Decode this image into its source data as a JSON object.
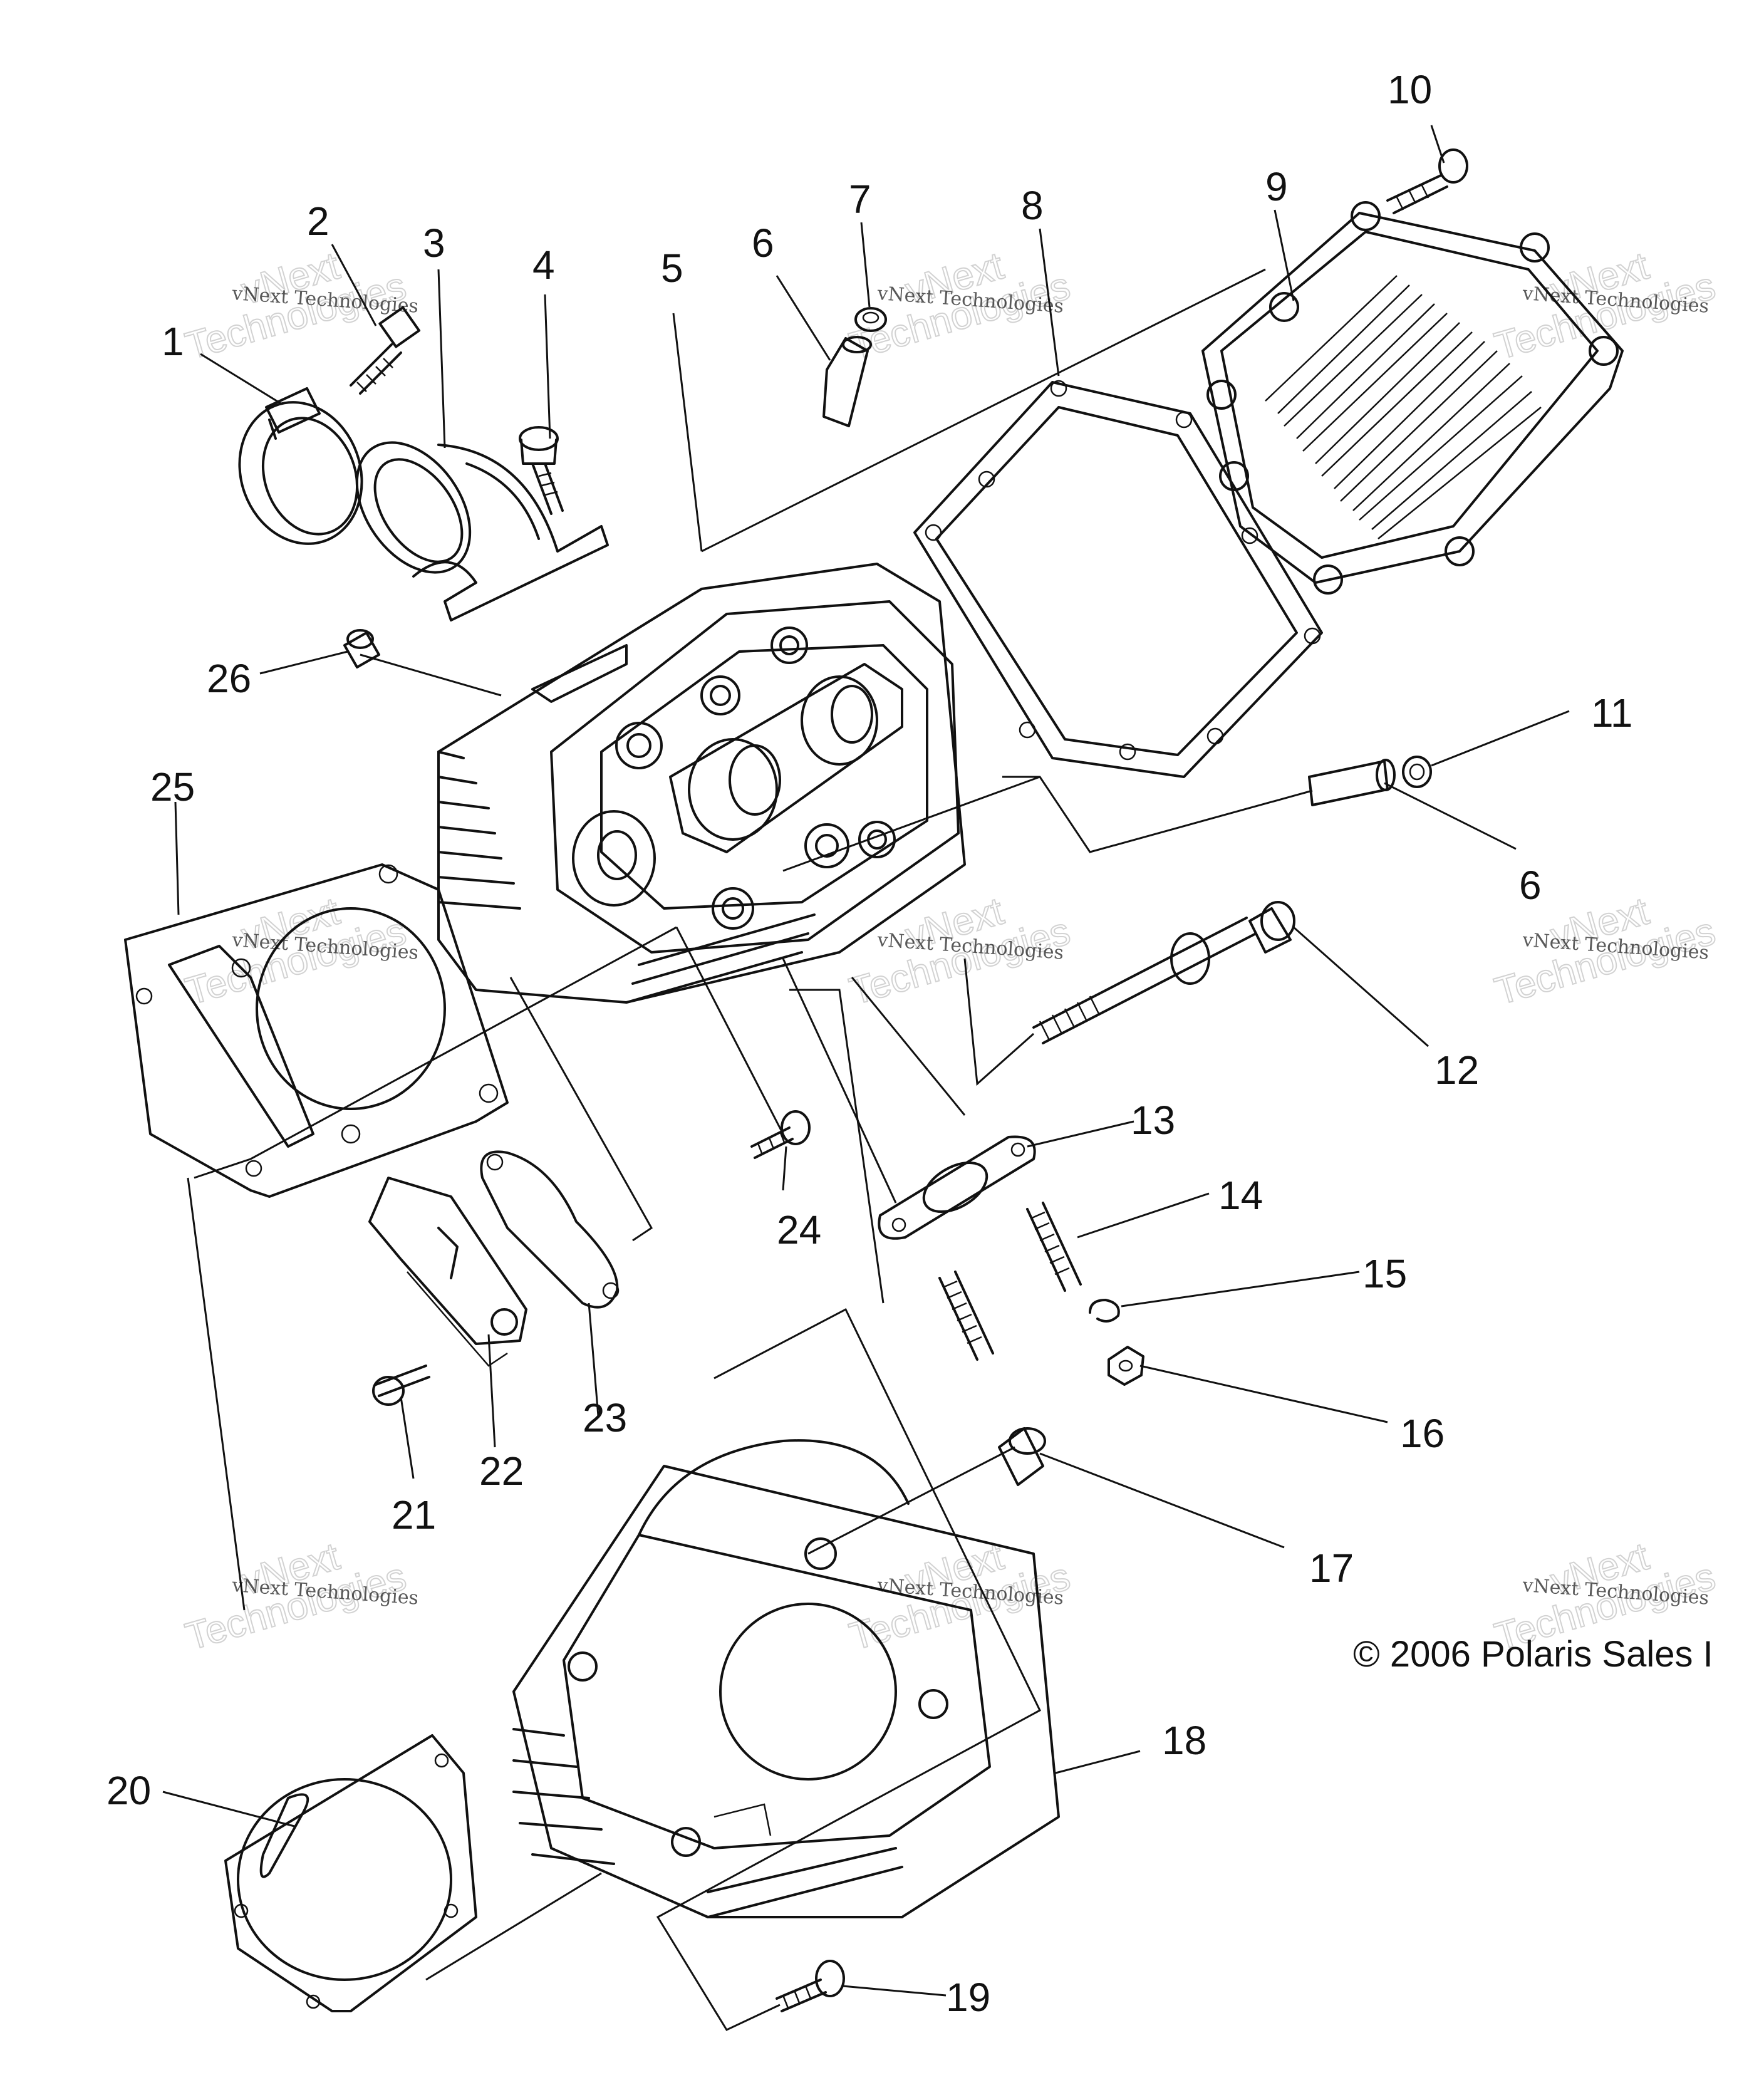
{
  "callouts": [
    "1",
    "2",
    "3",
    "4",
    "5",
    "6",
    "7",
    "8",
    "9",
    "10",
    "11",
    "6",
    "12",
    "13",
    "14",
    "15",
    "16",
    "17",
    "18",
    "19",
    "20",
    "21",
    "22",
    "23",
    "24",
    "25",
    "26"
  ],
  "watermark": {
    "line1": "vNext Technologies",
    "line2": "vNext",
    "line3": "Technologies"
  },
  "copyright": "© 2006 Polaris Sales I"
}
